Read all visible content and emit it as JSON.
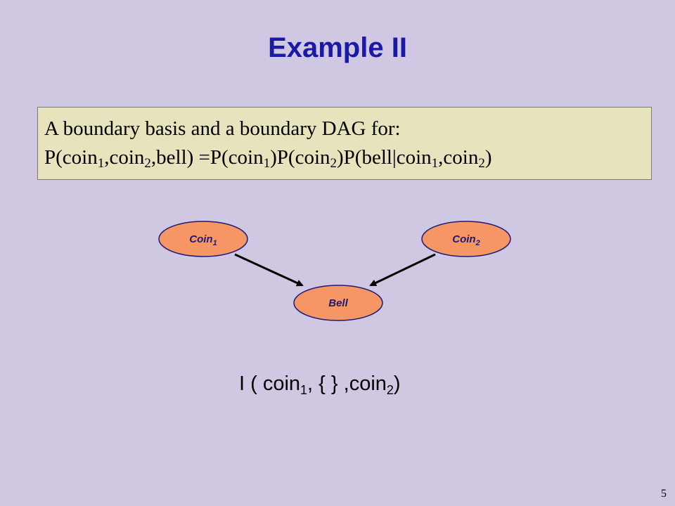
{
  "title": "Example II",
  "definition": {
    "line1": "A boundary basis and a boundary DAG for:",
    "line2": {
      "p1": "P(coin",
      "s1": "1",
      "p2": ",coin",
      "s2": "2",
      "p3": ",bell) =P(coin",
      "s3": "1",
      "p4": ")P(coin",
      "s4": "2",
      "p5": ")P(bell|coin",
      "s5": "1",
      "p6": ",coin",
      "s6": "2",
      "p7": ")"
    }
  },
  "dag": {
    "nodes": {
      "coin1": {
        "label": "Coin",
        "sub": "1"
      },
      "coin2": {
        "label": "Coin",
        "sub": "2"
      },
      "bell": {
        "label": "Bell"
      }
    },
    "edges": [
      {
        "from": "coin1",
        "to": "bell"
      },
      {
        "from": "coin2",
        "to": "bell"
      }
    ],
    "node_fill": "#F59664",
    "node_stroke": "#1A1A7A"
  },
  "formula": {
    "p1": "I ( coin",
    "s1": "1",
    "p2": ", { } ,coin",
    "s2": "2",
    "p3": ")"
  },
  "page_number": "5"
}
